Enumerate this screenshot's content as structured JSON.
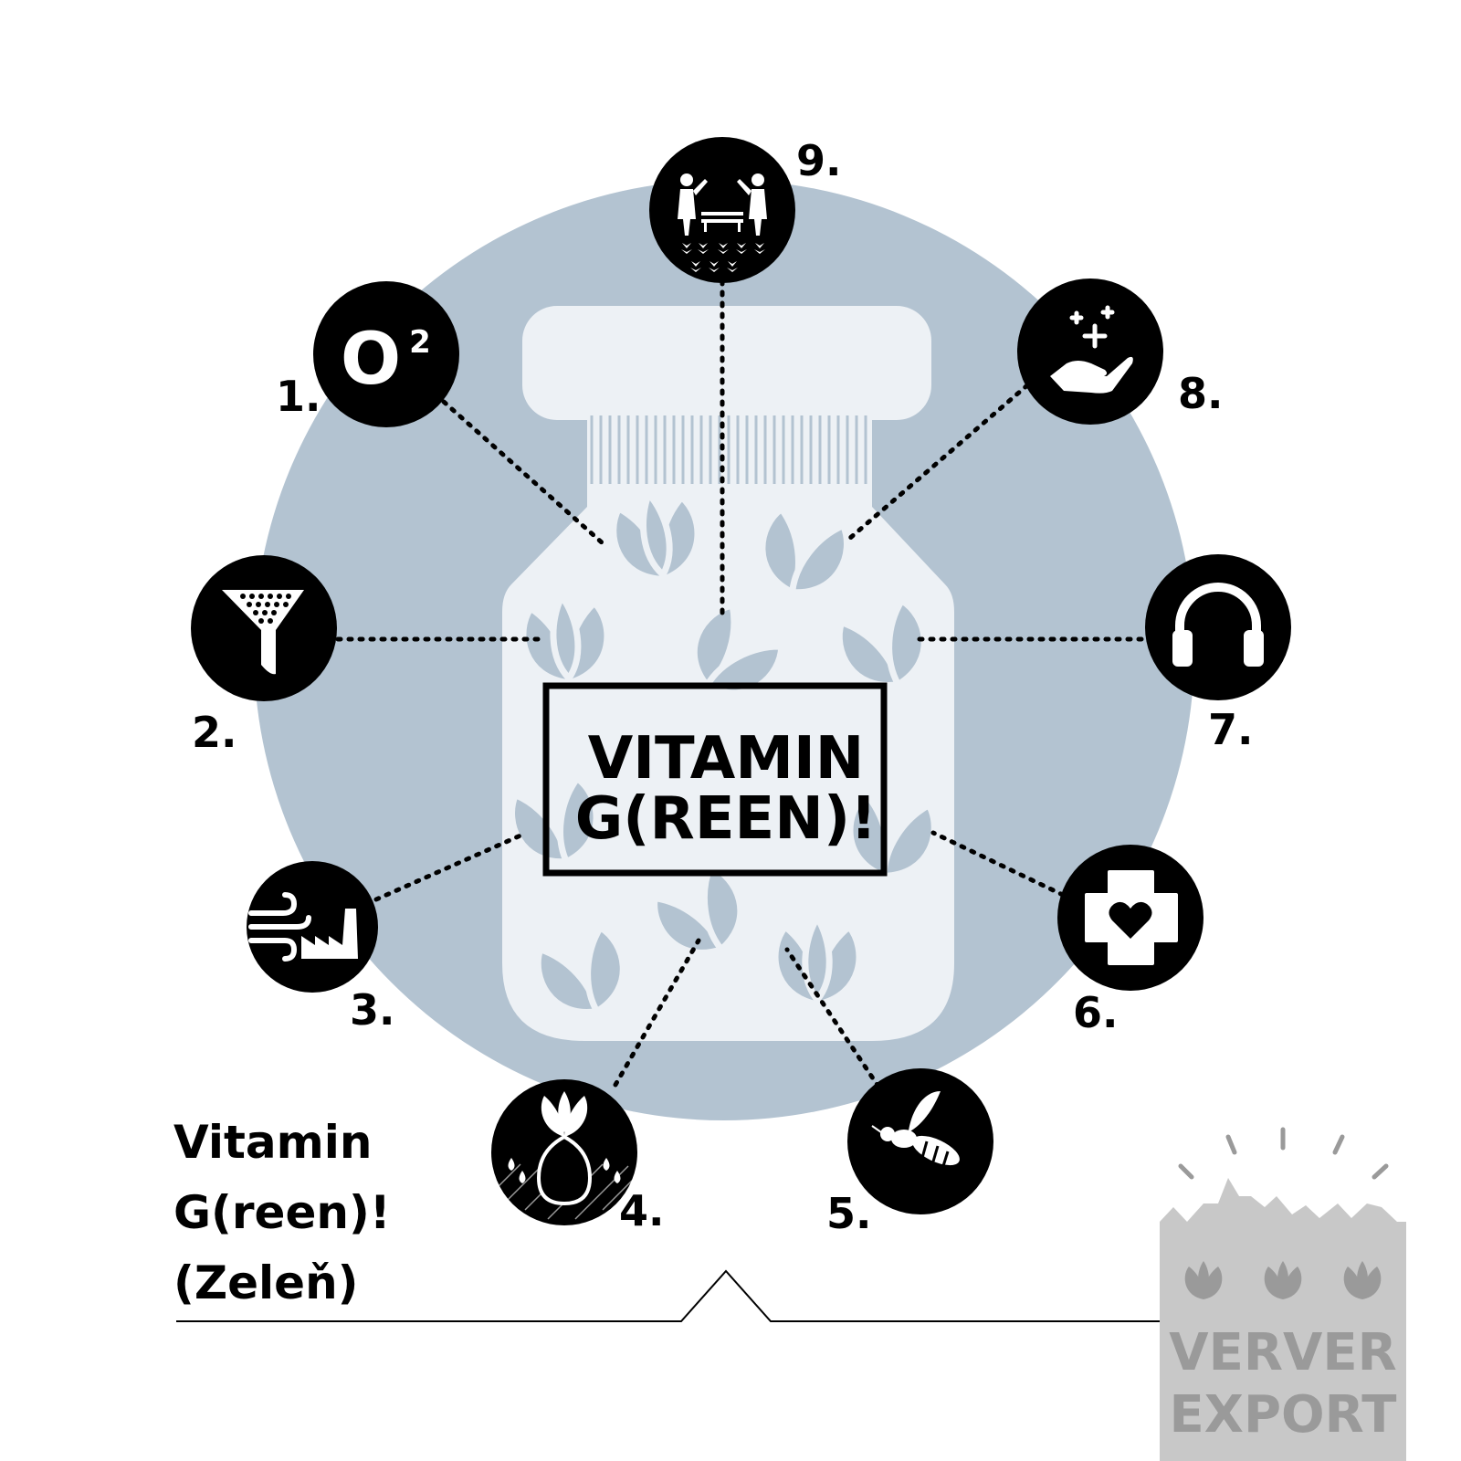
{
  "center_label": {
    "line1": "VITAMIN",
    "line2": "G(REEN)!"
  },
  "caption": {
    "line1": "Vitamin",
    "line2": "G(reen)!",
    "line3": "(Zeleň)"
  },
  "items": [
    {
      "number": "1.",
      "icon": "oxygen-o2-icon",
      "glyph": "O",
      "sup": "2"
    },
    {
      "number": "2.",
      "icon": "filter-funnel-icon"
    },
    {
      "number": "3.",
      "icon": "wind-factory-icon"
    },
    {
      "number": "4.",
      "icon": "plant-water-icon"
    },
    {
      "number": "5.",
      "icon": "bee-icon"
    },
    {
      "number": "6.",
      "icon": "health-cross-heart-icon"
    },
    {
      "number": "7.",
      "icon": "headphones-icon"
    },
    {
      "number": "8.",
      "icon": "hand-plus-icon"
    },
    {
      "number": "9.",
      "icon": "people-bench-flowers-icon"
    }
  ],
  "logo": {
    "line1": "VERVER",
    "line2": "EXPORT"
  },
  "colors": {
    "background_circle": "#b3c3d1",
    "jar": "#edf1f5",
    "leaf": "#b3c3d1",
    "icon_circle": "#000000",
    "logo_gray": "#9a9a9a"
  }
}
